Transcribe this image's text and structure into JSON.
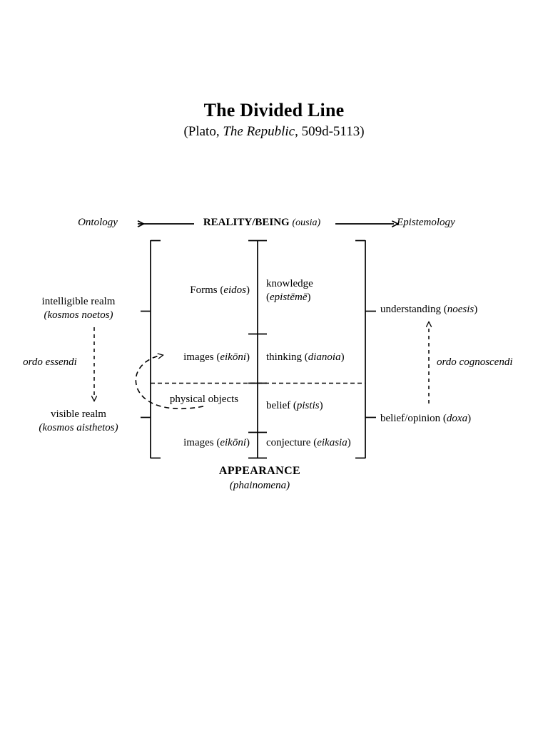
{
  "title": {
    "main": "The Divided Line",
    "citation_prefix": "(Plato, ",
    "citation_work": "The Republic",
    "citation_suffix": ", 509d-5113)"
  },
  "header": {
    "left_label": "Ontology",
    "center_label": "REALITY/BEING",
    "center_paren": "(ousia)",
    "right_label": "Epistemology",
    "left_arrow_icon": "left-arrow-icon",
    "right_arrow_icon": "right-arrow-icon"
  },
  "ontology_side": {
    "intelligible_realm": "intelligible realm",
    "intelligible_realm_greek": "(kosmos noetos)",
    "visible_realm": "visible realm",
    "visible_realm_greek": "(kosmos aisthetos)",
    "ordo_label": "ordo essendi",
    "arrow_direction": "down"
  },
  "epistemology_side": {
    "understanding": "understanding (",
    "understanding_greek": "noesis",
    "understanding_close": ")",
    "belief_opinion": "belief/opinion (",
    "belief_opinion_greek": "doxa",
    "belief_opinion_close": ")",
    "ordo_label": "ordo cognoscendi",
    "arrow_direction": "up"
  },
  "segments": {
    "ontology_column": [
      {
        "label": "Forms (",
        "greek": "eidos",
        "close": ")"
      },
      {
        "label": "images (",
        "greek": "eikōni",
        "close": ")"
      },
      {
        "label": "physical objects",
        "greek": "",
        "close": ""
      },
      {
        "label": "images (",
        "greek": "eikōni",
        "close": ")"
      }
    ],
    "epistemology_column": [
      {
        "label": "knowledge",
        "greek": "epistēmē",
        "close": "",
        "two_line": true
      },
      {
        "label": "thinking (",
        "greek": "dianoia",
        "close": ")"
      },
      {
        "label": "belief (",
        "greek": "pistis",
        "close": ")"
      },
      {
        "label": "conjecture (",
        "greek": "eikasia",
        "close": ")"
      }
    ]
  },
  "footer": {
    "appearance": "APPEARANCE",
    "appearance_greek": "(phainomena)"
  },
  "colors": {
    "ink": "#000000",
    "background": "#ffffff"
  }
}
